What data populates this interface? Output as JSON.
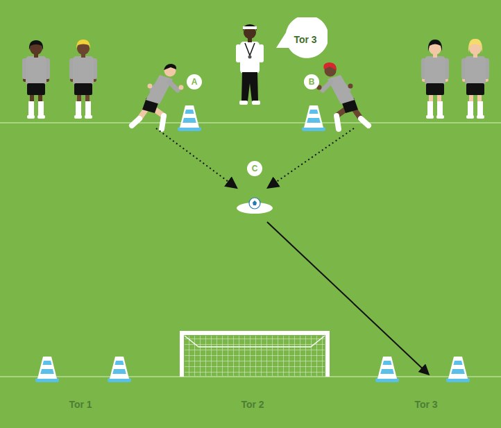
{
  "diagram": {
    "nodes": [
      {
        "text": [
          "Tor 3"
        ]
      },
      {
        "text": [
          "A"
        ]
      },
      {
        "text": [
          "B"
        ]
      },
      {
        "text": [
          "C"
        ]
      }
    ],
    "labels": [
      "Tor 1",
      "Tor 2",
      "Tor 3"
    ]
  }
}
